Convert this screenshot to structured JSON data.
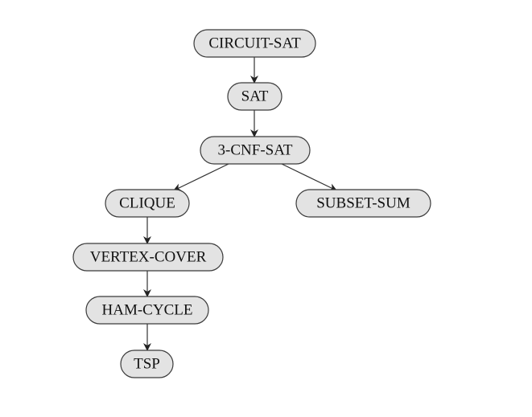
{
  "diagram": {
    "nodes": {
      "circuit_sat": "CIRCUIT-SAT",
      "sat": "SAT",
      "cnf_sat": "3-CNF-SAT",
      "clique": "CLIQUE",
      "subset_sum": "SUBSET-SUM",
      "vertex_cover": "VERTEX-COVER",
      "ham_cycle": "HAM-CYCLE",
      "tsp": "TSP"
    },
    "edges": [
      [
        "CIRCUIT-SAT",
        "SAT"
      ],
      [
        "SAT",
        "3-CNF-SAT"
      ],
      [
        "3-CNF-SAT",
        "CLIQUE"
      ],
      [
        "3-CNF-SAT",
        "SUBSET-SUM"
      ],
      [
        "CLIQUE",
        "VERTEX-COVER"
      ],
      [
        "VERTEX-COVER",
        "HAM-CYCLE"
      ],
      [
        "HAM-CYCLE",
        "TSP"
      ]
    ]
  }
}
